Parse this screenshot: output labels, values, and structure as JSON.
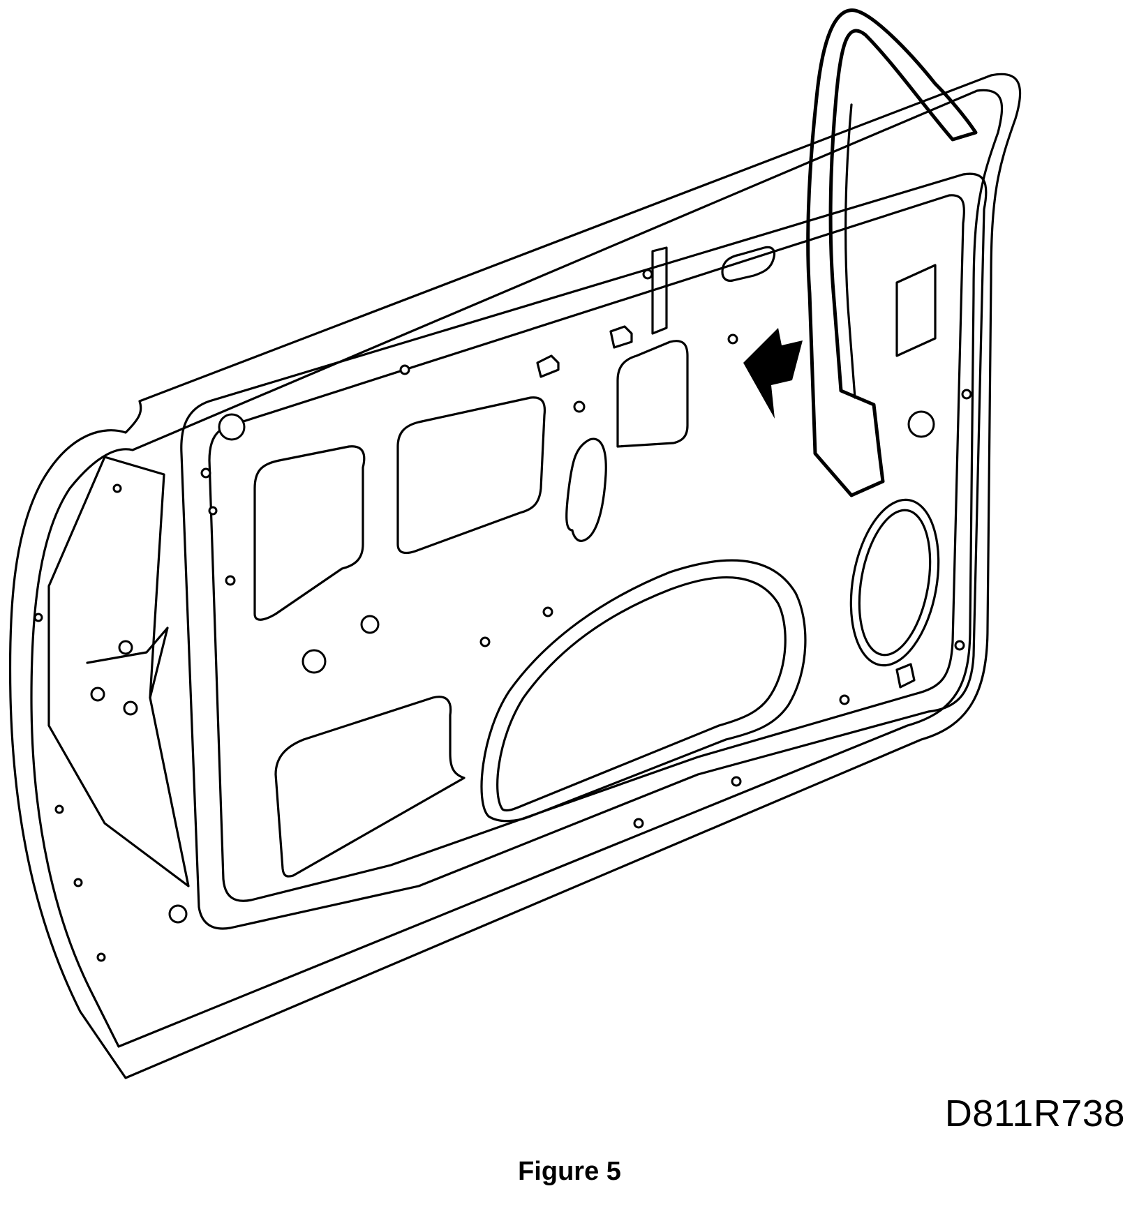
{
  "figure": {
    "code": "D811R738",
    "caption": "Figure 5"
  },
  "icons": {
    "illustration": "door-inner-panel-illustration",
    "arrow": "direction-arrow-icon"
  },
  "colors": {
    "line": "#000000",
    "background": "#ffffff"
  }
}
